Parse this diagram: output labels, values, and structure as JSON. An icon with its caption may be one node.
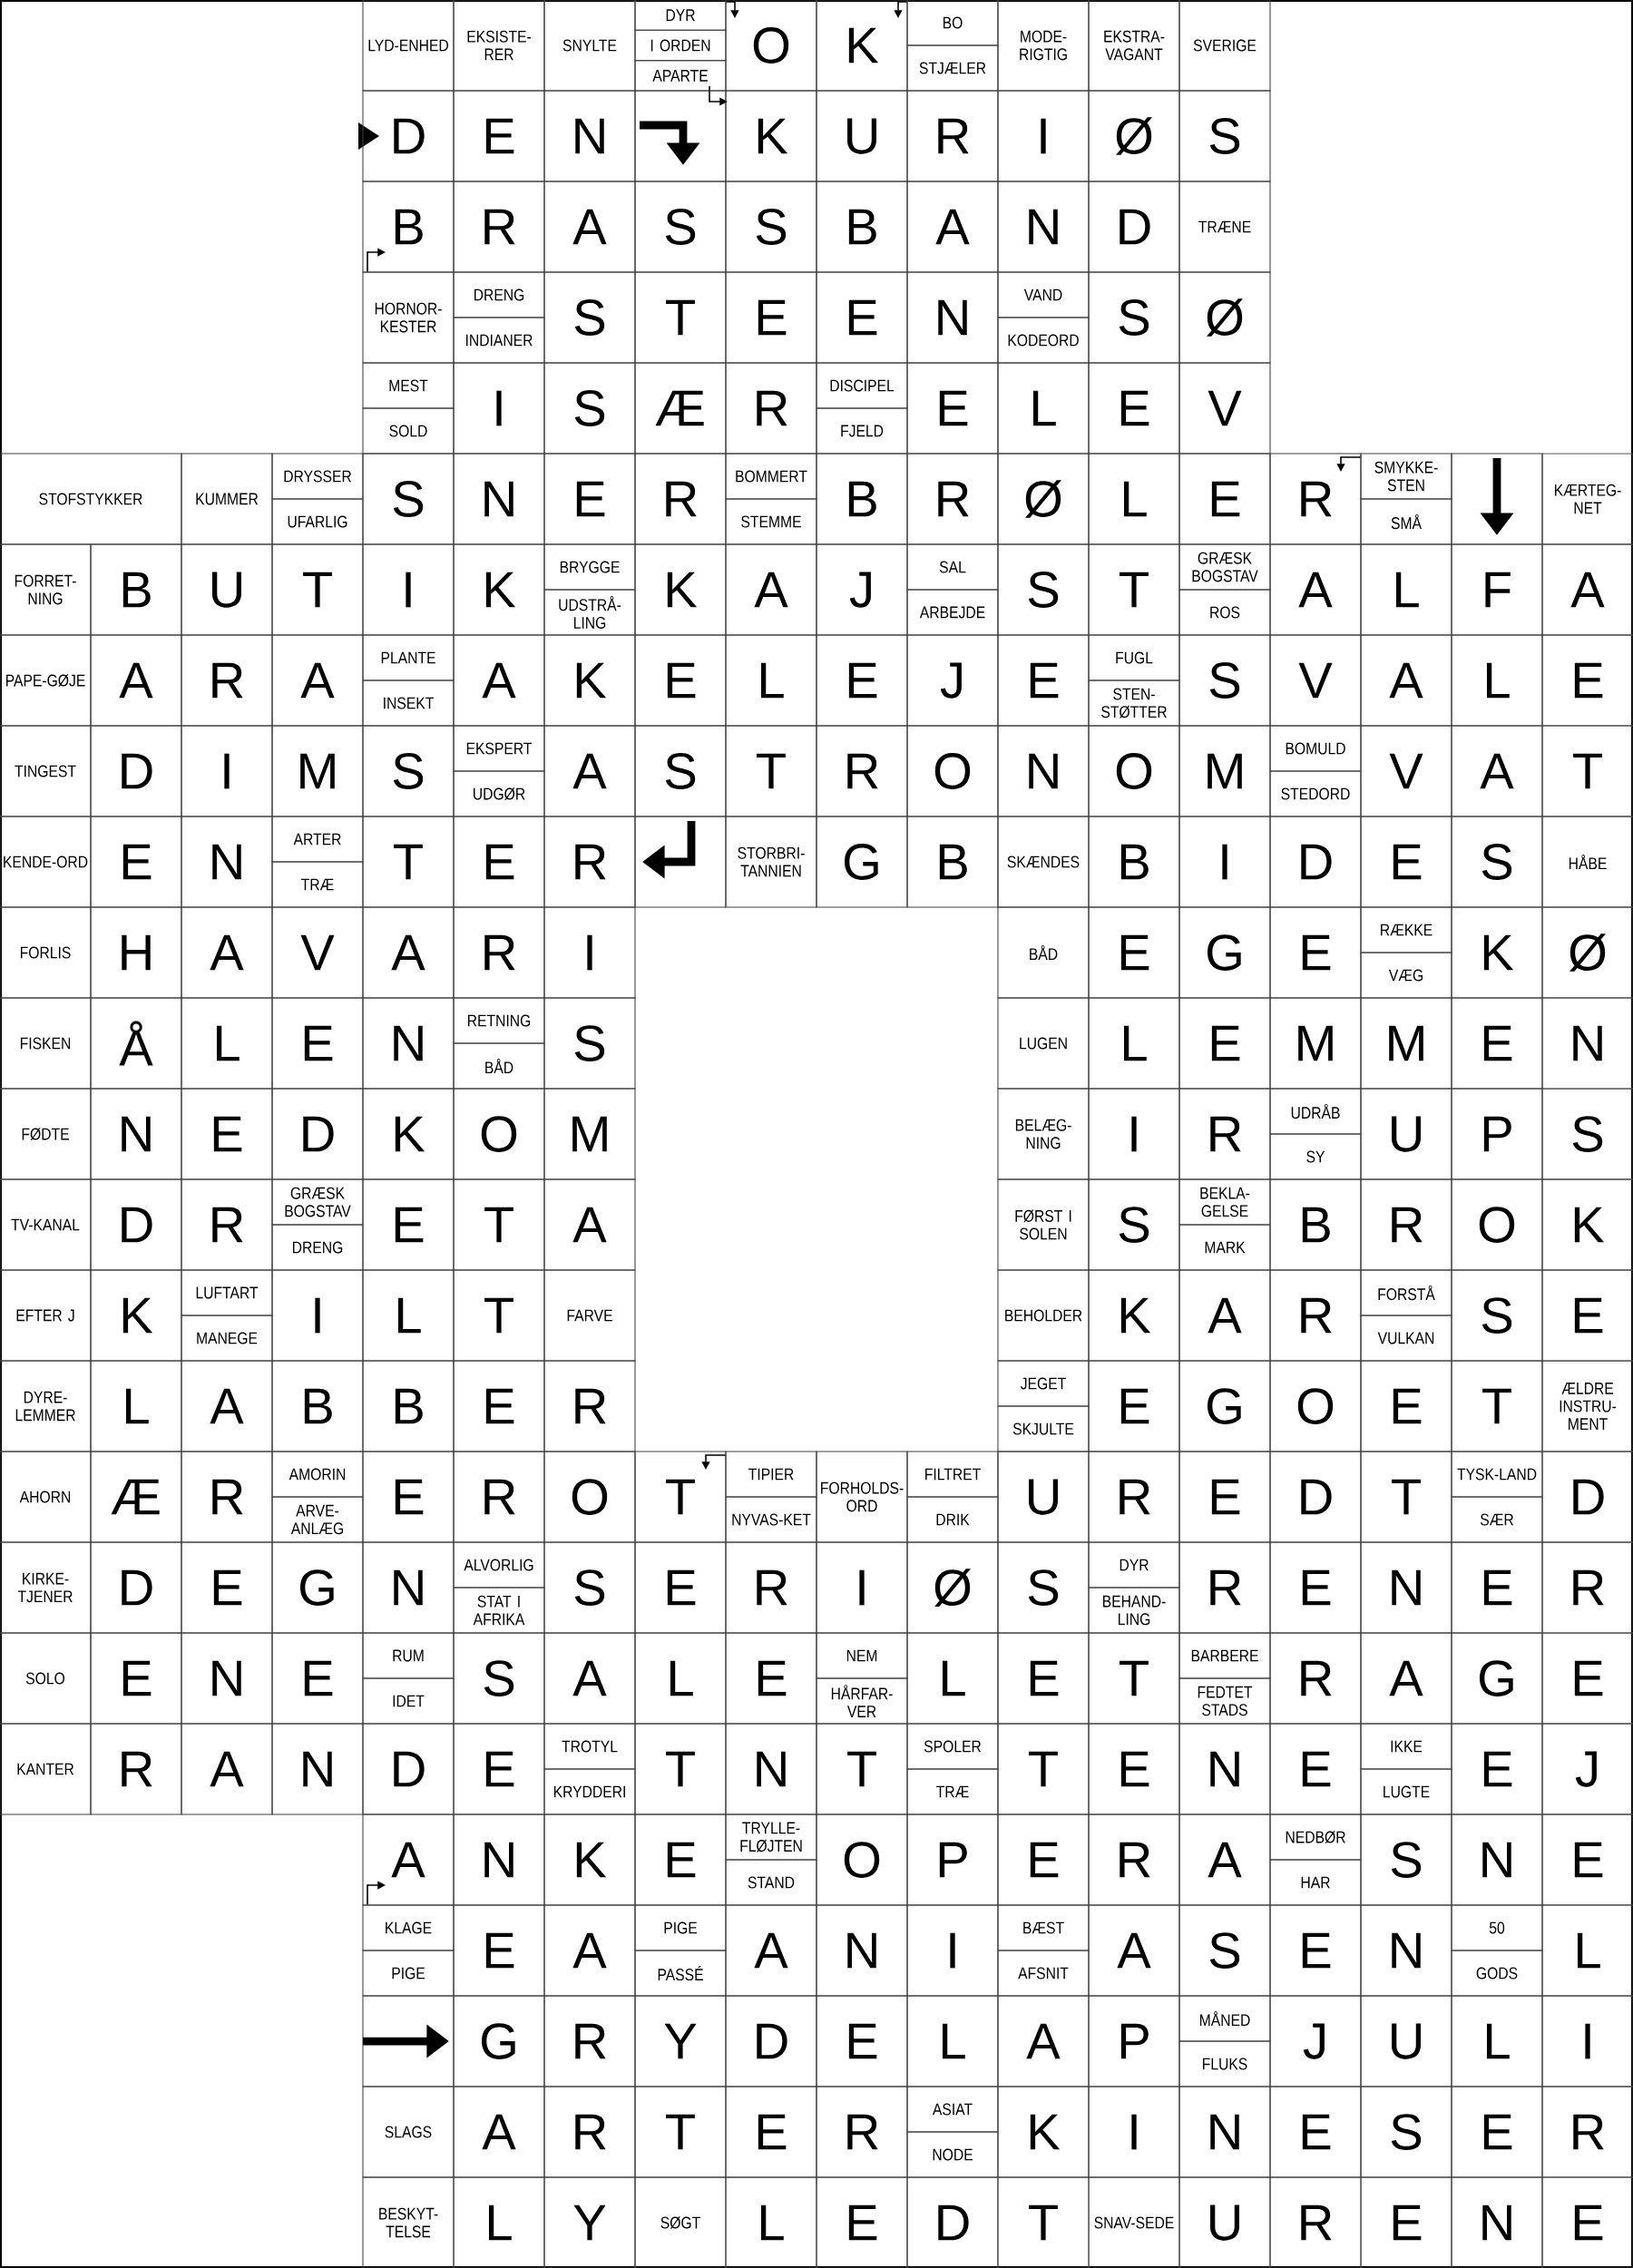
{
  "diagram": {
    "labels": [
      "LYD-ENHED",
      "EKSISTE-RER",
      "SNYLTE",
      "DYR",
      "I ORDEN",
      "APARTE",
      "O",
      "K",
      "BO",
      "STJÆLER",
      "MODE-RIGTIG",
      "EKSTRA-VAGANT",
      "SVERIGE",
      "D",
      "E",
      "N",
      "K",
      "U",
      "R",
      "I",
      "Ø",
      "S",
      "B",
      "R",
      "A",
      "S",
      "S",
      "B",
      "A",
      "N",
      "D",
      "TRÆNE",
      "HORNOR-KESTER",
      "DRENG",
      "INDIANER",
      "S",
      "T",
      "E",
      "E",
      "N",
      "VAND",
      "KODEORD",
      "S",
      "Ø",
      "MEST",
      "SOLD",
      "I",
      "S",
      "Æ",
      "R",
      "DISCIPEL",
      "FJELD",
      "E",
      "L",
      "E",
      "V",
      "STOFSTYKKER",
      "KUMMER",
      "DRYSSER",
      "UFARLIG",
      "S",
      "N",
      "E",
      "R",
      "BOMMERT",
      "STEMME",
      "B",
      "R",
      "Ø",
      "L",
      "E",
      "R",
      "SMYKKE-STEN",
      "SMÅ",
      "KÆRTEG-NET",
      "FORRET-NING",
      "B",
      "U",
      "T",
      "I",
      "K",
      "BRYGGE",
      "UDSTRÅ-LING",
      "K",
      "A",
      "J",
      "SAL",
      "ARBEJDE",
      "S",
      "T",
      "GRÆSK BOGSTAV",
      "ROS",
      "A",
      "L",
      "F",
      "A",
      "PAPE-GØJE",
      "A",
      "R",
      "A",
      "PLANTE",
      "INSEKT",
      "A",
      "K",
      "E",
      "L",
      "E",
      "J",
      "E",
      "FUGL",
      "STEN-STØTTER",
      "S",
      "V",
      "A",
      "L",
      "E",
      "TINGEST",
      "D",
      "I",
      "M",
      "S",
      "EKSPERT",
      "UDGØR",
      "A",
      "S",
      "T",
      "R",
      "O",
      "N",
      "O",
      "M",
      "BOMULD",
      "STEDORD",
      "V",
      "A",
      "T",
      "KENDE-ORD",
      "E",
      "N",
      "ARTER",
      "TRÆ",
      "T",
      "E",
      "R",
      "STORBRI-TANNIEN",
      "G",
      "B",
      "SKÆNDES",
      "B",
      "I",
      "D",
      "E",
      "S",
      "HÅBE",
      "FORLIS",
      "H",
      "A",
      "V",
      "A",
      "R",
      "I",
      "BÅD",
      "E",
      "G",
      "E",
      "RÆKKE",
      "VÆG",
      "K",
      "Ø",
      "FISKEN",
      "Å",
      "L",
      "E",
      "N",
      "RETNING",
      "BÅD",
      "S",
      "LUGEN",
      "L",
      "E",
      "M",
      "M",
      "E",
      "N",
      "FØDTE",
      "N",
      "E",
      "D",
      "K",
      "O",
      "M",
      "BELÆG-NING",
      "I",
      "R",
      "UDRÅB",
      "SY",
      "U",
      "P",
      "S",
      "TV-KANAL",
      "D",
      "R",
      "GRÆSK BOGSTAV",
      "DRENG",
      "E",
      "T",
      "A",
      "FØRST I SOLEN",
      "S",
      "BEKLA-GELSE",
      "MARK",
      "B",
      "R",
      "O",
      "K",
      "EFTER J",
      "K",
      "LUFTART",
      "MANEGE",
      "I",
      "L",
      "T",
      "FARVE",
      "BEHOLDER",
      "K",
      "A",
      "R",
      "FORSTÅ",
      "VULKAN",
      "S",
      "E",
      "DYRE-LEMMER",
      "L",
      "A",
      "B",
      "B",
      "E",
      "R",
      "JEGET",
      "SKJULTE",
      "E",
      "G",
      "O",
      "E",
      "T",
      "ÆLDRE INSTRU-MENT",
      "AHORN",
      "Æ",
      "R",
      "AMORIN",
      "ARVE-ANLÆG",
      "E",
      "R",
      "O",
      "T",
      "TIPIER",
      "NYVAS-KET",
      "FORHOLDS-ORD",
      "FILTRET",
      "DRIK",
      "U",
      "R",
      "E",
      "D",
      "T",
      "TYSK-LAND",
      "SÆR",
      "D",
      "KIRKE-TJENER",
      "D",
      "E",
      "G",
      "N",
      "ALVORLIG",
      "STAT I AFRIKA",
      "S",
      "E",
      "R",
      "I",
      "Ø",
      "S",
      "DYR",
      "BEHAND-LING",
      "R",
      "E",
      "N",
      "E",
      "R",
      "SOLO",
      "E",
      "N",
      "E",
      "RUM",
      "IDET",
      "S",
      "A",
      "L",
      "E",
      "NEM",
      "HÅRFAR-VER",
      "L",
      "E",
      "T",
      "BARBERE",
      "FEDTET STADS",
      "R",
      "A",
      "G",
      "E",
      "KANTER",
      "R",
      "A",
      "N",
      "D",
      "E",
      "TROTYL",
      "KRYDDERI",
      "T",
      "N",
      "T",
      "SPOLER",
      "TRÆ",
      "T",
      "E",
      "N",
      "E",
      "IKKE",
      "LUGTE",
      "E",
      "J",
      "A",
      "N",
      "K",
      "E",
      "TRYLLE-FLØJTEN",
      "STAND",
      "O",
      "P",
      "E",
      "R",
      "A",
      "NEDBØR",
      "HAR",
      "S",
      "N",
      "E",
      "KLAGE",
      "PIGE",
      "E",
      "A",
      "PIGE",
      "PASSÉ",
      "A",
      "N",
      "I",
      "BÆST",
      "AFSNIT",
      "A",
      "S",
      "E",
      "N",
      "50",
      "GODS",
      "L",
      "G",
      "R",
      "Y",
      "D",
      "E",
      "L",
      "A",
      "P",
      "MÅNED",
      "FLUKS",
      "J",
      "U",
      "L",
      "I",
      "SLAGS",
      "A",
      "R",
      "T",
      "E",
      "R",
      "ASIAT",
      "NODE",
      "K",
      "I",
      "N",
      "E",
      "S",
      "E",
      "R",
      "BESKYT-TELSE",
      "L",
      "Y",
      "SØGT",
      "L",
      "E",
      "D",
      "T",
      "SNAV-SEDE",
      "U",
      "R",
      "E",
      "N",
      "E"
    ]
  }
}
